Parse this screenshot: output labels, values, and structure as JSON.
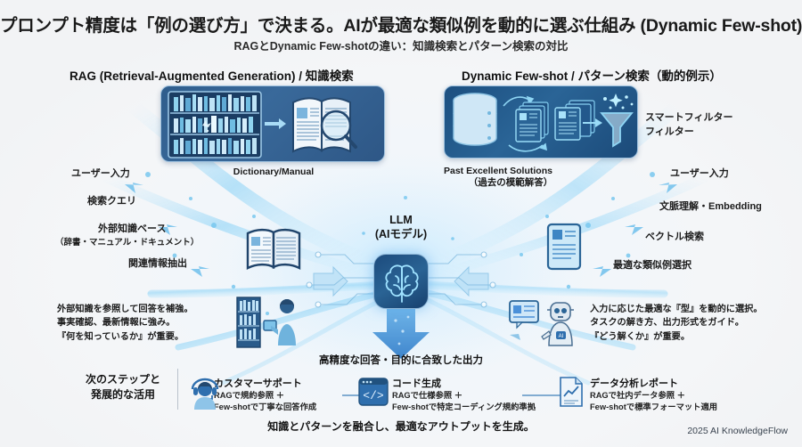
{
  "header": {
    "title": "プロンプト精度は「例の選び方」で決まる。AIが最適な類似例を動的に選ぶ仕組み (Dynamic Few-shot)",
    "subtitle": "RAGとDynamic Few-shotの違い：知識検索とパターン検索の対比"
  },
  "columns": {
    "left": {
      "heading": "RAG (Retrieval-Augmented Generation) / 知識検索",
      "panel_caption": "Dictionary/Manual",
      "panel_icon": "bookshelf-magnifier-icon",
      "steps": [
        "ユーザー入力",
        "検索クエリ",
        "外部知識ベース",
        "（辞書・マニュアル・ドキュメント）",
        "関連情報抽出"
      ],
      "description": [
        "外部知識を参照して回答を補強。",
        "事実確認、最新情報に強み。",
        "『何を知っているか』が重要。"
      ],
      "mid_icon": "open-book-icon",
      "person_icon": "librarian-with-bookshelf-icon"
    },
    "right": {
      "heading": "Dynamic Few-shot / パターン検索（動的例示）",
      "panel_caption_en": "Past Excellent Solutions",
      "panel_caption_jp": "（過去の模範解答）",
      "panel_icon": "database-documents-funnel-icon",
      "filter_label_line1": "スマートフィルター",
      "filter_label_line2": "フィルター",
      "steps": [
        "ユーザー入力",
        "文脈理解・Embedding",
        "ベクトル検索",
        "最適な類似例選択"
      ],
      "description": [
        "入力に応じた最適な『型』を動的に選択。",
        "タスクの解き方、出力形式をガイド。",
        "『どう解くか』が重要。"
      ],
      "mid_icon": "document-card-icon",
      "robot_icon": "ai-robot-with-screen-icon"
    }
  },
  "center": {
    "llm_label_line1": "LLM",
    "llm_label_line2": "(AIモデル)",
    "chip_icon": "brain-chip-icon",
    "arrow_icon": "down-arrow-icon",
    "output_text": "高精度な回答・目的に合致した出力"
  },
  "bottom": {
    "next_label_line1": "次のステップと",
    "next_label_line2": "発展的な活用",
    "usecases": [
      {
        "icon": "customer-support-headset-icon",
        "title": "カスタマーサポート",
        "lines": [
          "RAGで規約参照 ＋",
          "Few-shotで丁寧な回答作成"
        ]
      },
      {
        "icon": "code-window-icon",
        "title": "コード生成",
        "lines": [
          "RAGで仕様参照 ＋",
          "Few-shotで特定コーディング規約準拠"
        ]
      },
      {
        "icon": "analytics-report-icon",
        "title": "データ分析レポート",
        "lines": [
          "RAGで社内データ参照 ＋",
          "Few-shotで標準フォーマット適用"
        ]
      }
    ],
    "summary": "知識とパターンを融合し、最適なアウトプットを生成。",
    "footer": "2025 AI KnowledgeFlow"
  },
  "colors": {
    "accent_blue": "#4a90d9",
    "deep_navy": "#1c4b7d",
    "glow_cyan": "#7fd4f5",
    "text_dark": "#151515"
  }
}
